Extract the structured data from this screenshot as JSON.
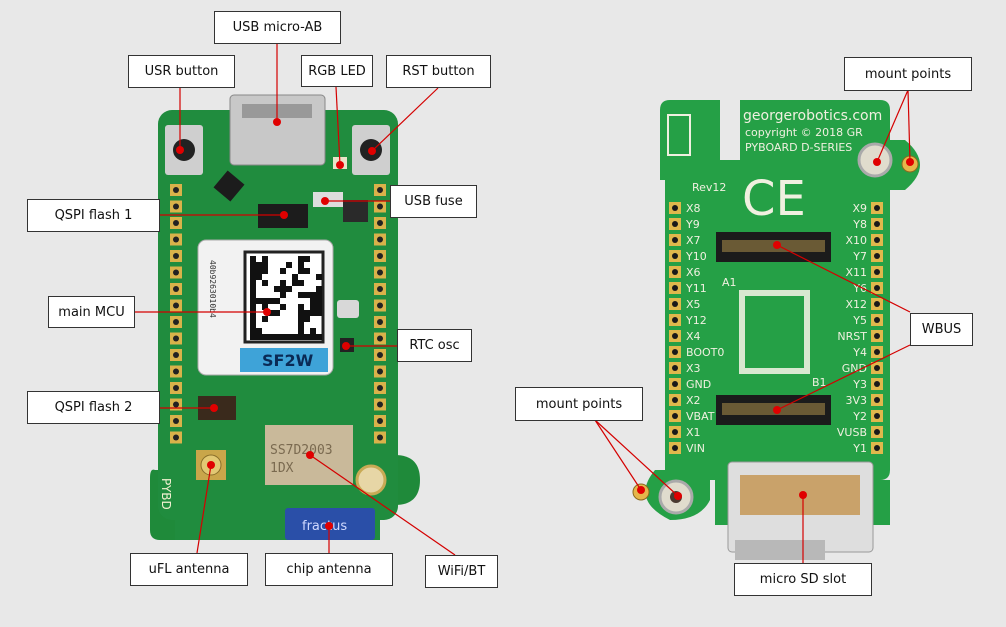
{
  "front": {
    "labels": {
      "usb": "USB micro-AB",
      "usr": "USR button",
      "rgb": "RGB LED",
      "rst": "RST button",
      "usbfuse": "USB fuse",
      "qspi1": "QSPI flash 1",
      "mcu": "main MCU",
      "rtc": "RTC osc",
      "qspi2": "QSPI flash 2",
      "ufl": "uFL antenna",
      "chip": "chip antenna",
      "wifi": "WiFi/BT"
    },
    "silk": {
      "module_id": "SF2W",
      "wifi_chip_1": "SS7D2003",
      "wifi_chip_2": "1DX",
      "chip_antenna": "fractus",
      "board": "PYBD",
      "mcu_text": "40b9263010b4"
    }
  },
  "back": {
    "labels": {
      "mount_top": "mount points",
      "wbus": "WBUS",
      "mount_bottom": "mount points",
      "sd": "micro SD slot"
    },
    "silk": {
      "brand": "georgerobotics.com",
      "copyright": "copyright © 2018  GR",
      "series": "PYBOARD D-SERIES",
      "rev": "Rev12",
      "a1": "A1",
      "b1": "B1",
      "left_pins": [
        "X8",
        "Y9",
        "X7",
        "Y10",
        "X6",
        "Y11",
        "X5",
        "Y12",
        "X4",
        "BOOT0",
        "X3",
        "GND",
        "X2",
        "VBAT",
        "X1",
        "VIN"
      ],
      "right_pins": [
        "X9",
        "Y8",
        "X10",
        "Y7",
        "X11",
        "Y6",
        "X12",
        "Y5",
        "NRST",
        "Y4",
        "GND",
        "Y3",
        "3V3",
        "Y2",
        "VUSB",
        "Y1"
      ]
    }
  }
}
